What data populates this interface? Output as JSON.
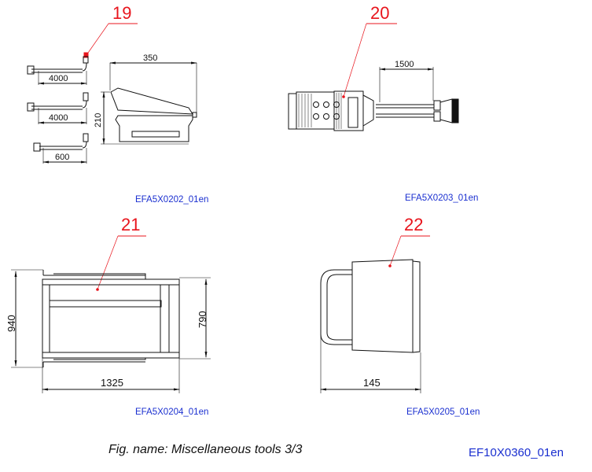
{
  "items": [
    {
      "callout": "19",
      "ref": "EFA5X0202_01en",
      "dims": {
        "hose1": "4000",
        "hose2": "4000",
        "hose3": "600",
        "width": "350",
        "height": "210"
      }
    },
    {
      "callout": "20",
      "ref": "EFA5X0203_01en",
      "dims": {
        "hose": "1500"
      }
    },
    {
      "callout": "21",
      "ref": "EFA5X0204_01en",
      "dims": {
        "length": "1325",
        "outer_height": "940",
        "inner_height": "790"
      }
    },
    {
      "callout": "22",
      "ref": "EFA5X0205_01en",
      "dims": {
        "width": "145"
      }
    }
  ],
  "caption": "Fig. name: Miscellaneous tools 3/3",
  "figure_id": "EF10X0360_01en",
  "colors": {
    "callout": "#e8141c",
    "reference": "#1a2fd0",
    "line": "#111111"
  }
}
